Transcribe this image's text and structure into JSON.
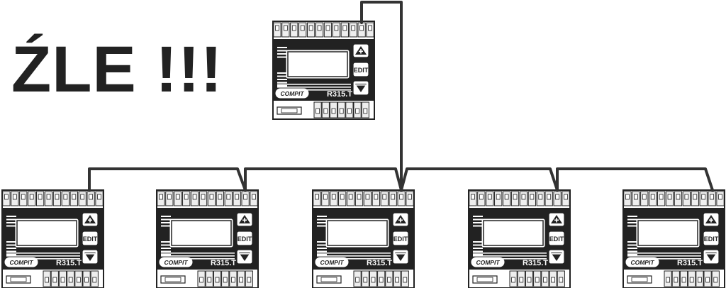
{
  "heading": "ŹLE !!!",
  "device": {
    "model": "R315.T",
    "brand": "COMPIT",
    "edit_label": "EDIT",
    "up_icon": "triangle-up-plus-icon",
    "down_icon": "triangle-down-icon"
  },
  "devices": [
    {
      "id": "top",
      "model": "R315.T",
      "brand": "COMPIT",
      "edit_label": "EDIT"
    },
    {
      "id": "bottom-1",
      "model": "R315.T",
      "brand": "COMPIT",
      "edit_label": "EDIT"
    },
    {
      "id": "bottom-2",
      "model": "R315.T",
      "brand": "COMPIT",
      "edit_label": "EDIT"
    },
    {
      "id": "bottom-3",
      "model": "R315.T",
      "brand": "COMPIT",
      "edit_label": "EDIT"
    },
    {
      "id": "bottom-4",
      "model": "R315.T",
      "brand": "COMPIT",
      "edit_label": "EDIT"
    },
    {
      "id": "bottom-5",
      "model": "R315.T",
      "brand": "COMPIT",
      "edit_label": "EDIT"
    }
  ],
  "colors": {
    "line": "#333333",
    "body": "#222222",
    "ink": "#222222",
    "terminal": "#eeeeee",
    "paper": "#ffffff"
  }
}
